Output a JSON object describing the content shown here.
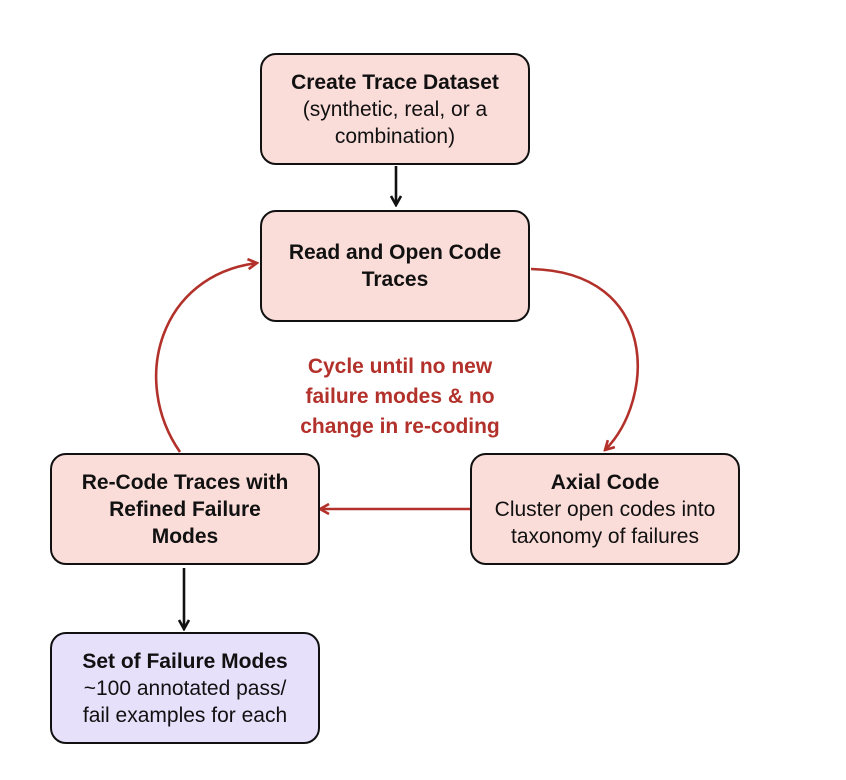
{
  "nodes": {
    "create": {
      "title": "Create Trace Dataset",
      "desc_lines": [
        "(synthetic, real, or a",
        "combination)"
      ]
    },
    "read": {
      "title_lines": [
        "Read and Open Code",
        "Traces"
      ]
    },
    "axial": {
      "title": "Axial Code",
      "desc_lines": [
        "Cluster open codes into",
        "taxonomy of failures"
      ]
    },
    "recode": {
      "title_lines": [
        "Re-Code Traces with",
        "Refined Failure",
        "Modes"
      ]
    },
    "set": {
      "title": "Set of Failure Modes",
      "desc_lines": [
        "~100 annotated pass/",
        "fail examples for each"
      ]
    }
  },
  "cycle_label_lines": [
    "Cycle until no new",
    "failure modes & no",
    "change in re-coding"
  ],
  "colors": {
    "node_fill": "#fadcd9",
    "output_fill": "#e6e0fb",
    "border": "#111111",
    "cycle_accent": "#b3312b"
  }
}
